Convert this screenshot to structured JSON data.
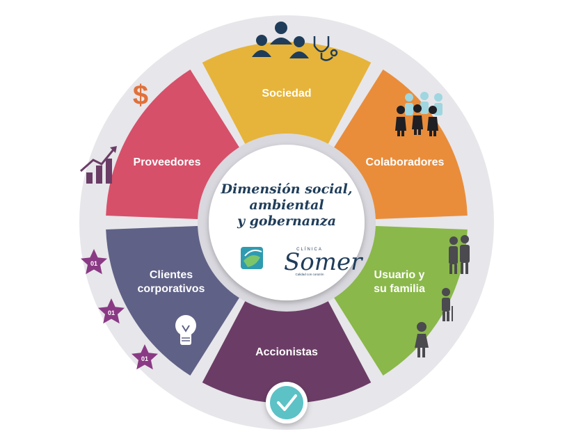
{
  "center": {
    "title_lines": [
      "Dimensión social,",
      "ambiental",
      "y gobernanza"
    ],
    "logo": {
      "brand": "Somer",
      "small": "CLÍNICA",
      "tagline": "Calidad con corazón"
    }
  },
  "segments": [
    {
      "label_lines": [
        "Sociedad"
      ],
      "color": "#e6b43b"
    },
    {
      "label_lines": [
        "Colaboradores"
      ],
      "color": "#e98d3b"
    },
    {
      "label_lines": [
        "Usuario y",
        "su familia"
      ],
      "color": "#8ab84a"
    },
    {
      "label_lines": [
        "Accionistas"
      ],
      "color": "#6b3d66"
    },
    {
      "label_lines": [
        "Clientes",
        "corporativos"
      ],
      "color": "#5f6187"
    },
    {
      "label_lines": [
        "Proveedores"
      ],
      "color": "#d6506a"
    }
  ],
  "stars": {
    "label": "01",
    "color": "#8a3a84"
  },
  "icons": {
    "dollar": "$",
    "names": [
      "people-group-icon",
      "stethoscope-icon",
      "dollar-icon",
      "growth-chart-icon",
      "staff-group-icon",
      "family-icon",
      "lightbulb-icon",
      "checkmark-icon"
    ]
  },
  "colors": {
    "outer_ring": "#e7e6ea",
    "icon_dark": "#1f3d5a",
    "icon_gray": "#4a4a4f",
    "check_teal": "#5cc2c6"
  }
}
